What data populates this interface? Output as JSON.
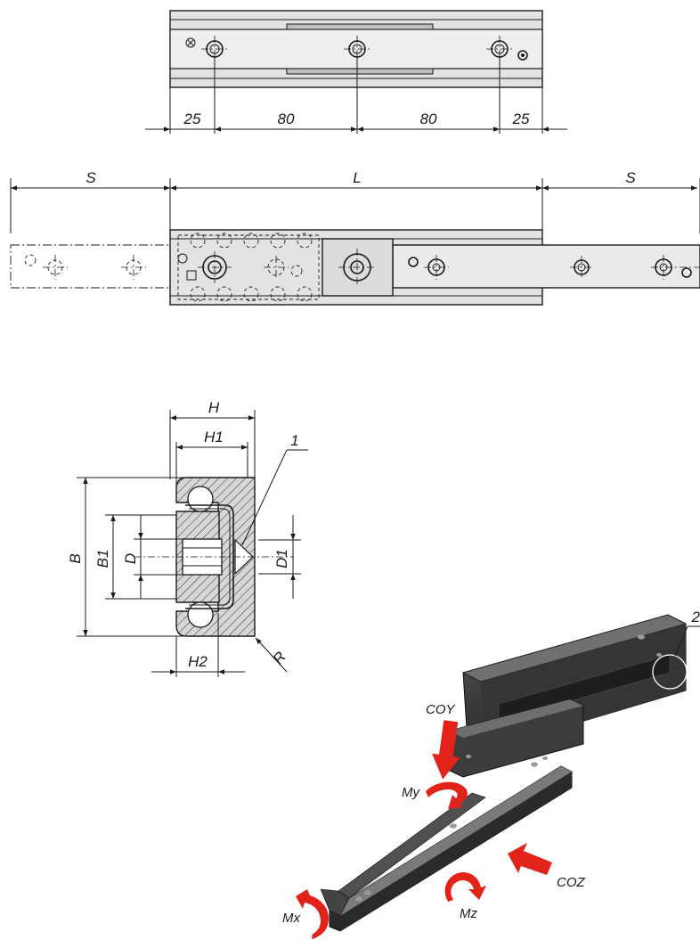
{
  "colors": {
    "line": "#1a1a1a",
    "rail_fill": "#e3e3e3",
    "metal_dark": "#3a3a3a",
    "load_arrow": "#e2231a"
  },
  "top_view": {
    "dimensions": [
      "25",
      "80",
      "80",
      "25"
    ]
  },
  "side_view": {
    "stroke_left": "S",
    "length": "L",
    "stroke_right": "S"
  },
  "cross_section": {
    "height": "H",
    "height_1": "H1",
    "height_2": "H2",
    "width": "B",
    "width_1": "B1",
    "bore": "D",
    "bore_1": "D1",
    "radius": "R",
    "callout_1": "1"
  },
  "isometric": {
    "callout_2": "2",
    "load_labels": {
      "coy": "COY",
      "my": "My",
      "mx": "Mx",
      "mz": "Mz",
      "coz": "COZ"
    }
  }
}
